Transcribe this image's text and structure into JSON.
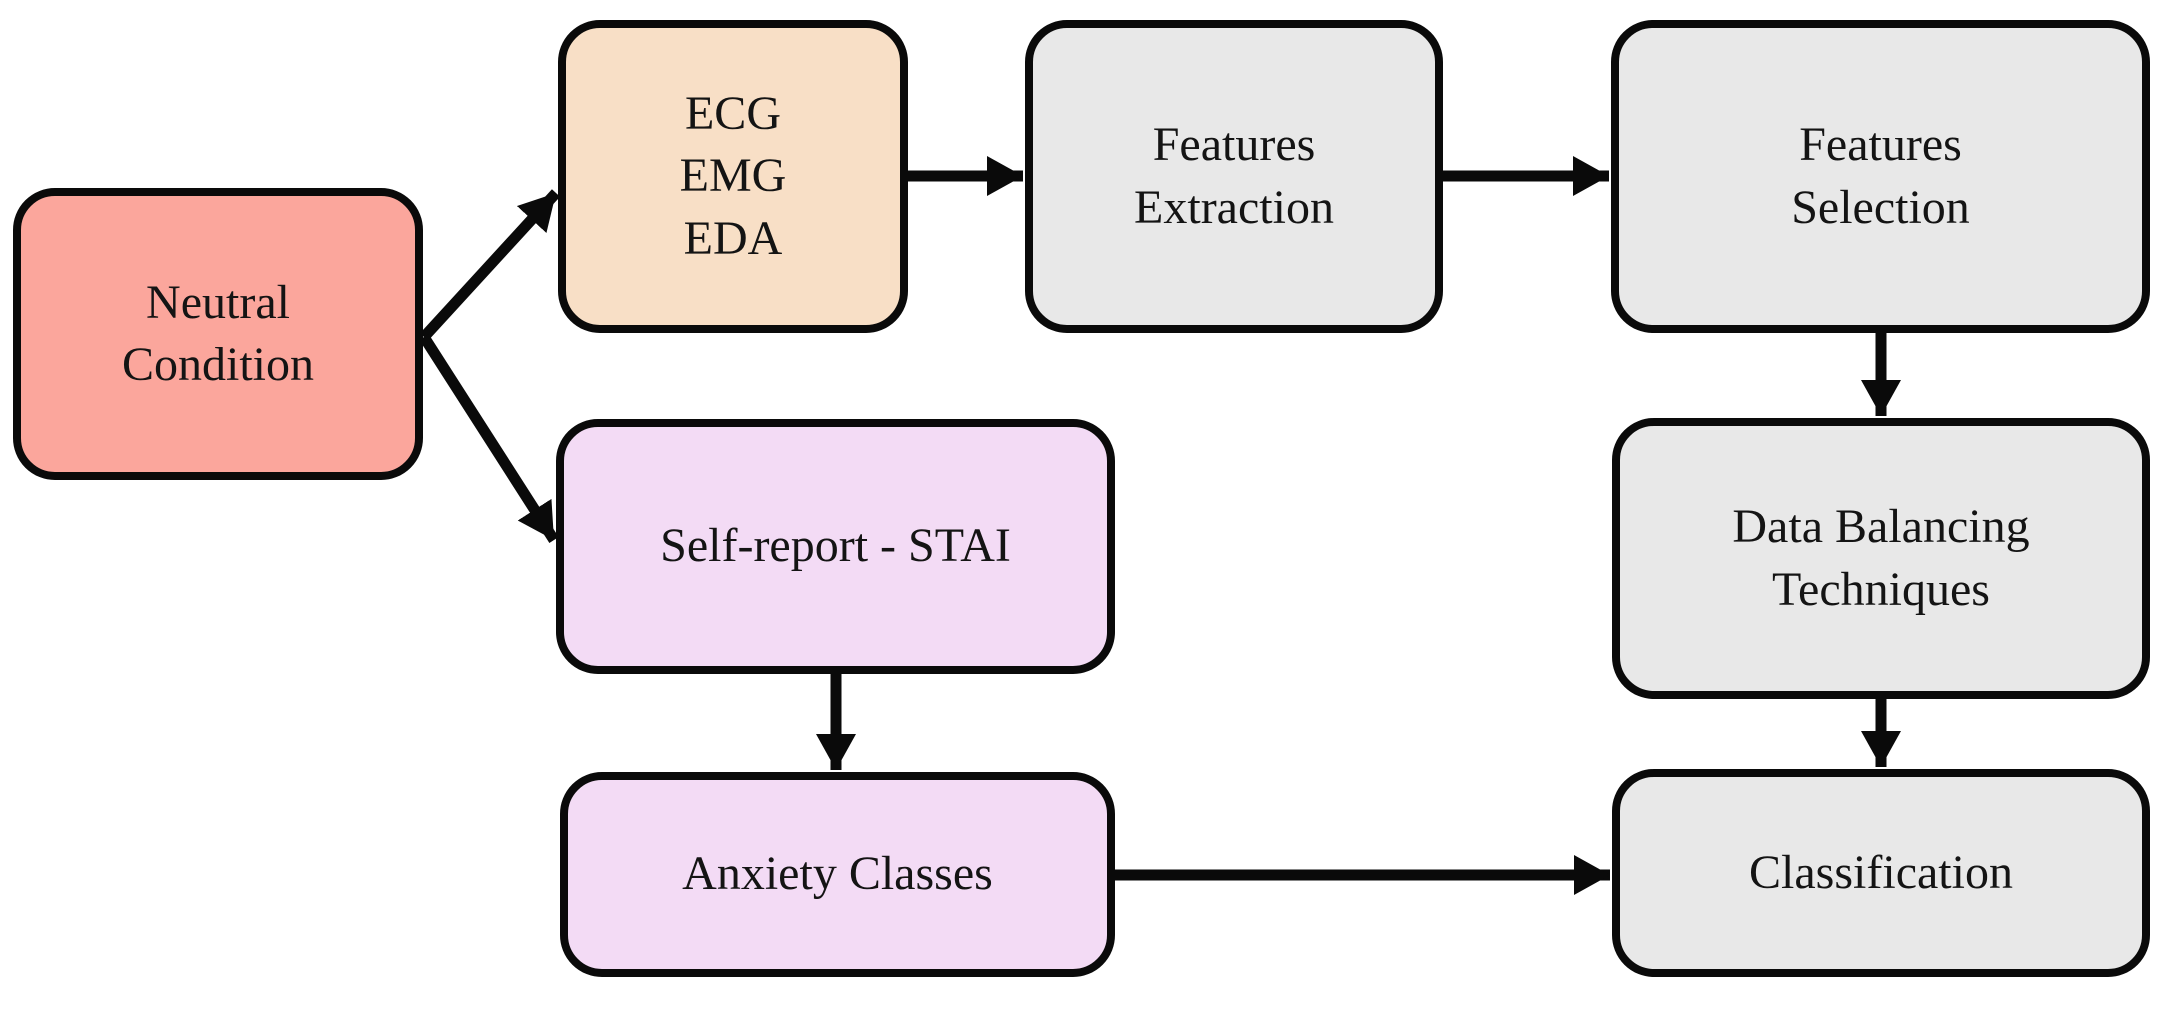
{
  "nodes": [
    {
      "id": "neutral-condition",
      "label": "Neutral\nCondition",
      "fill": "#FBA69C"
    },
    {
      "id": "signals",
      "label": "ECG\nEMG\nEDA",
      "fill": "#F8DFC6"
    },
    {
      "id": "features-extraction",
      "label": "Features\nExtraction",
      "fill": "#E8E8E8"
    },
    {
      "id": "features-selection",
      "label": "Features\nSelection",
      "fill": "#E8E8E8"
    },
    {
      "id": "self-report-stai",
      "label": "Self-report - STAI",
      "fill": "#F3DBF5"
    },
    {
      "id": "data-balancing",
      "label": "Data Balancing\nTechniques",
      "fill": "#E8E8E8"
    },
    {
      "id": "anxiety-classes",
      "label": "Anxiety Classes",
      "fill": "#F3DBF5"
    },
    {
      "id": "classification",
      "label": "Classification",
      "fill": "#E8E8E8"
    }
  ],
  "edges": [
    {
      "from": "Neutral Condition",
      "to": "ECG EMG EDA"
    },
    {
      "from": "Neutral Condition",
      "to": "Self-report - STAI"
    },
    {
      "from": "ECG EMG EDA",
      "to": "Features Extraction"
    },
    {
      "from": "Features Extraction",
      "to": "Features Selection"
    },
    {
      "from": "Features Selection",
      "to": "Data Balancing Techniques"
    },
    {
      "from": "Data Balancing Techniques",
      "to": "Classification"
    },
    {
      "from": "Self-report - STAI",
      "to": "Anxiety Classes"
    },
    {
      "from": "Anxiety Classes",
      "to": "Classification"
    }
  ],
  "colors": {
    "background": "#FFFFFF",
    "border": "#0A0A0A",
    "arrow": "#0A0A0A",
    "text": "#141414"
  }
}
